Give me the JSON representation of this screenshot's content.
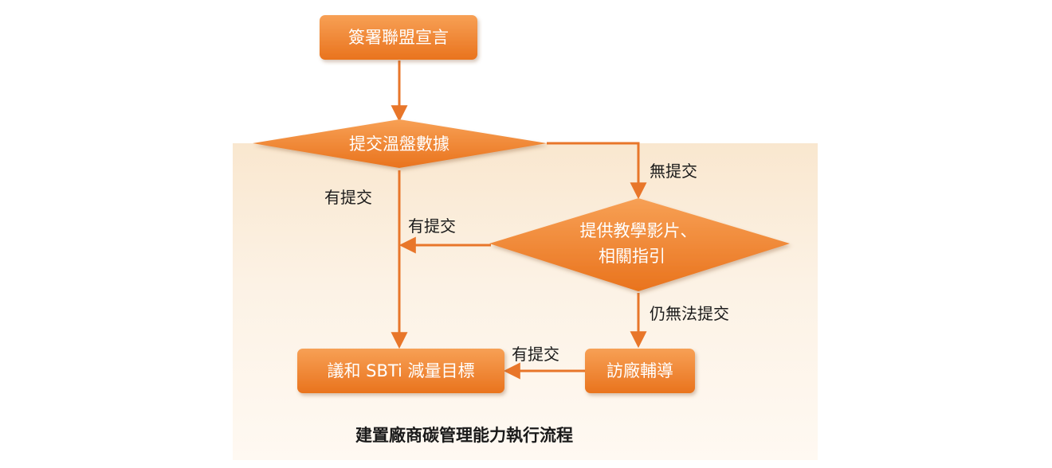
{
  "nodes": {
    "sign": "簽署聯盟宣言",
    "submit": "提交溫盤數據",
    "tutorial_line1": "提供教學影片、",
    "tutorial_line2": "相關指引",
    "visit": "訪廠輔導",
    "sbti": "議和 SBTi 減量目標"
  },
  "edges": {
    "no_submit": "無提交",
    "submitted_left": "有提交",
    "submitted_mid": "有提交",
    "still_cannot": "仍無法提交",
    "submitted_bottom": "有提交"
  },
  "caption": "建置廠商碳管理能力執行流程",
  "colors": {
    "node_fill_top": "#f7a055",
    "node_fill_bottom": "#e9731d",
    "arrow": "#e8762a"
  }
}
